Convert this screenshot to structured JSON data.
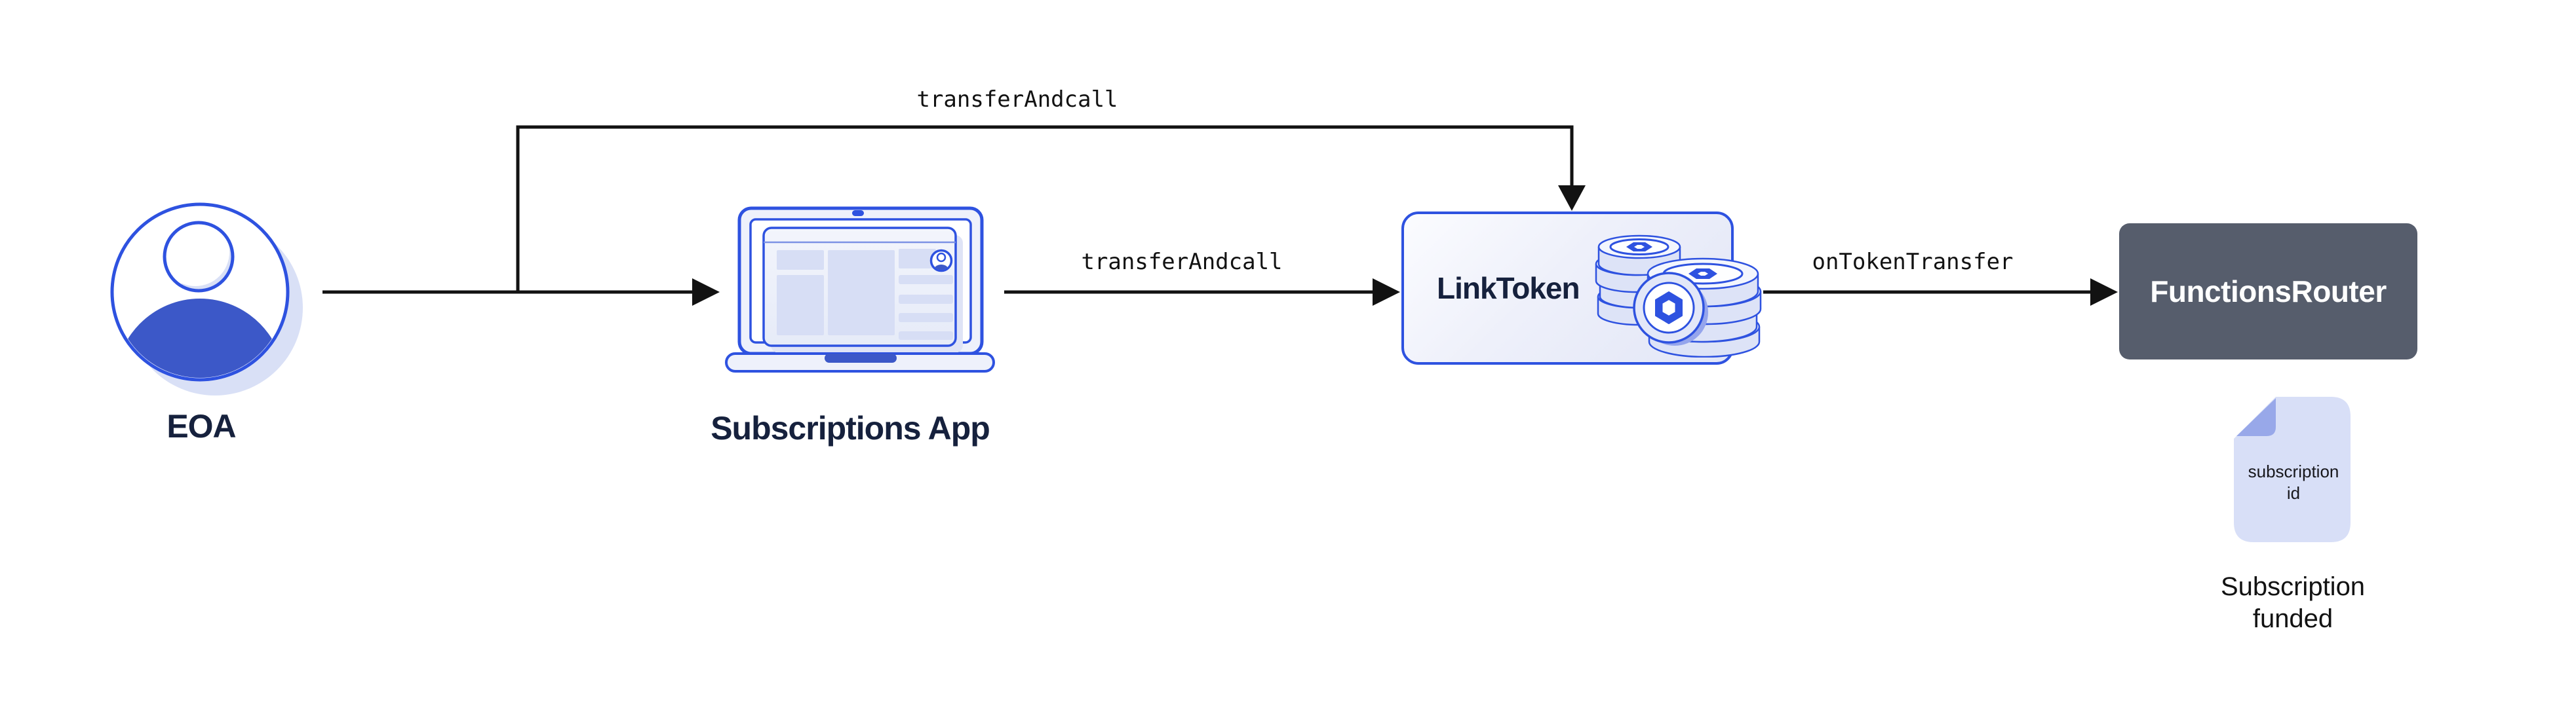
{
  "palette": {
    "background": "#ffffff",
    "stroke_blue": "#2e52e0",
    "fill_blue": "#3c58c8",
    "light_lavender": "#dde3f7",
    "pale_fill": "#eef1fb",
    "shadow_lavender": "#d9e0f6",
    "doc_fill": "#d8dff7",
    "doc_fold": "#98a8e9",
    "navy_text": "#16213d",
    "router_gray": "#565d6c",
    "arrow_black": "#121212"
  },
  "nodes": {
    "eoa": {
      "label": "EOA",
      "icon": "person-icon"
    },
    "subscriptions_app": {
      "label": "Subscriptions App",
      "icon": "laptop-icon"
    },
    "link_token": {
      "label": "LinkToken",
      "icon": "coin-stack-icon"
    },
    "functions_router": {
      "label": "FunctionsRouter"
    },
    "subscription_document": {
      "icon": "document-icon",
      "doc_line1": "subscription",
      "doc_line2": "id",
      "caption_line1": "Subscription",
      "caption_line2": "funded"
    }
  },
  "edges": {
    "eoa_branch_to_link_token": {
      "label": "transferAndcall"
    },
    "app_to_link_token": {
      "label": "transferAndcall"
    },
    "link_token_to_functions_router": {
      "label": "onTokenTransfer"
    }
  }
}
